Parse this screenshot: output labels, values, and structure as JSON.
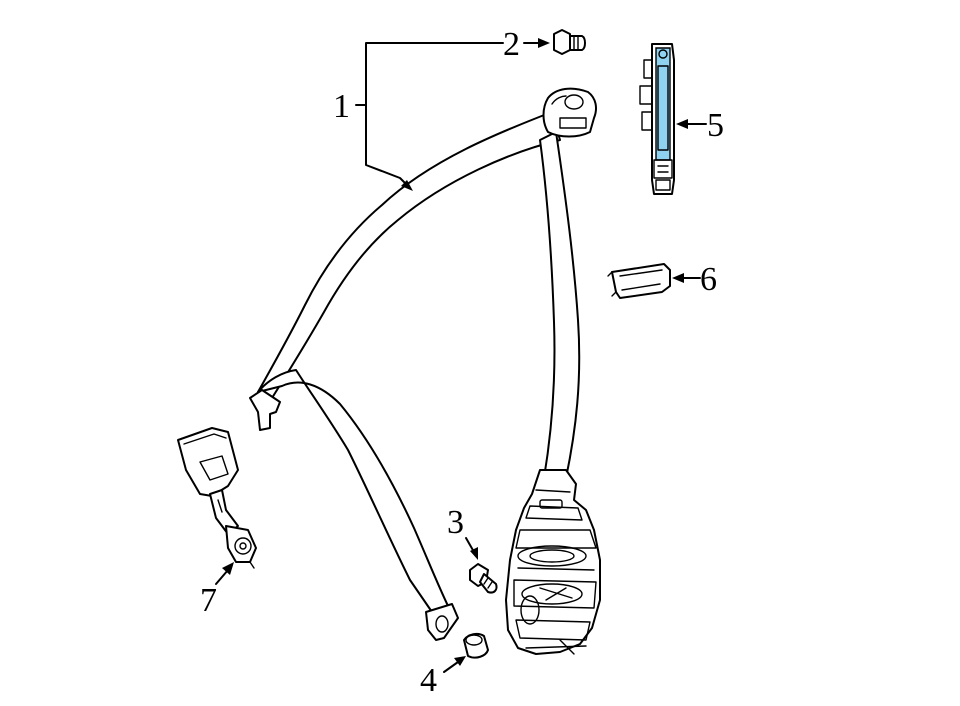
{
  "diagram": {
    "callouts": [
      {
        "id": "1",
        "label": "1"
      },
      {
        "id": "2",
        "label": "2"
      },
      {
        "id": "3",
        "label": "3"
      },
      {
        "id": "4",
        "label": "4"
      },
      {
        "id": "5",
        "label": "5"
      },
      {
        "id": "6",
        "label": "6"
      },
      {
        "id": "7",
        "label": "7"
      }
    ],
    "colors": {
      "line": "#000000",
      "background": "#ffffff",
      "highlight": "#8fd3f0"
    }
  }
}
